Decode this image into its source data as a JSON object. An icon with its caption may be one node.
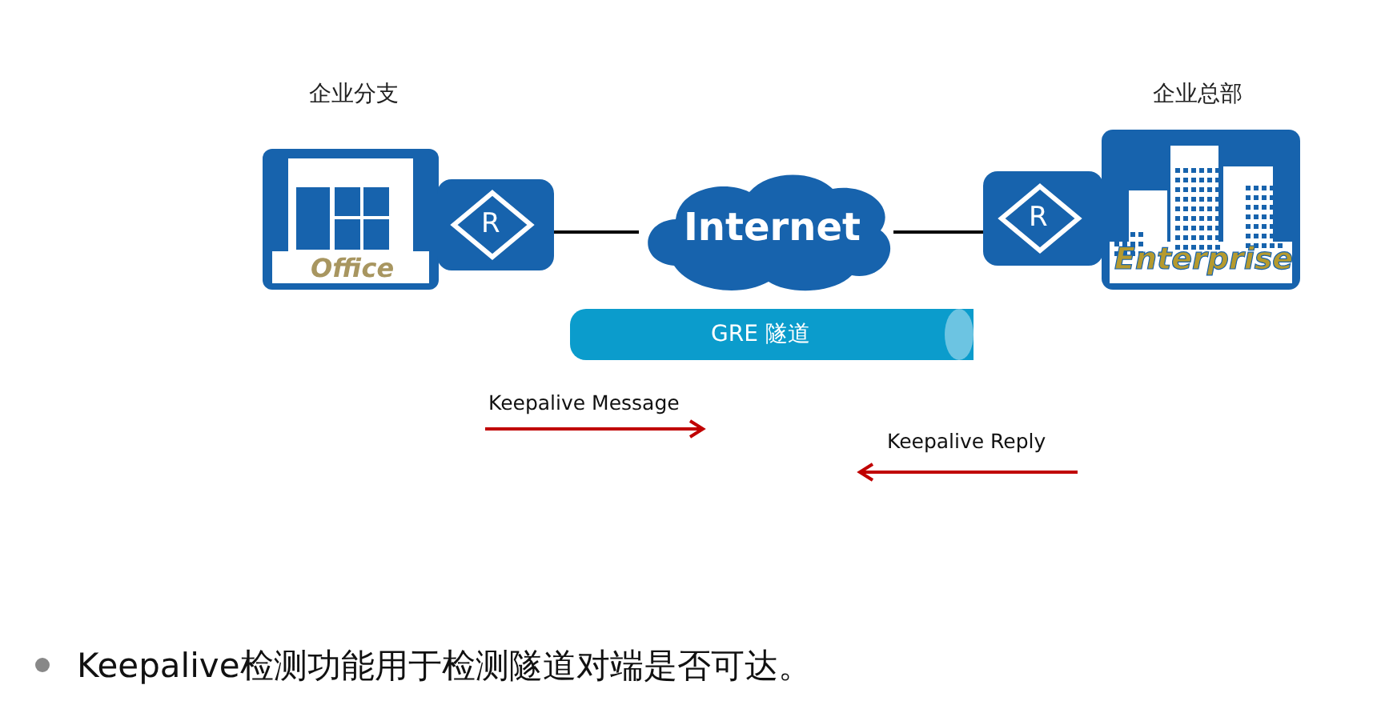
{
  "diagram": {
    "nodes": [
      {
        "text": [
          "企业分支",
          "Office"
        ]
      },
      {
        "text": [
          "R"
        ]
      },
      {
        "text": [
          "Internet"
        ]
      },
      {
        "text": [
          "R"
        ]
      },
      {
        "text": [
          "企业总部",
          "Enterprise"
        ]
      },
      {
        "text": [
          "GRE 隧道"
        ]
      }
    ],
    "edges": [
      {
        "from": 1,
        "to": 2,
        "arrow": "none"
      },
      {
        "from": 2,
        "to": 3,
        "arrow": "none"
      }
    ],
    "labels": [
      "Keepalive Message",
      "Keepalive Reply",
      "Keepalive检测功能用于检测隧道对端是否可达。"
    ]
  }
}
